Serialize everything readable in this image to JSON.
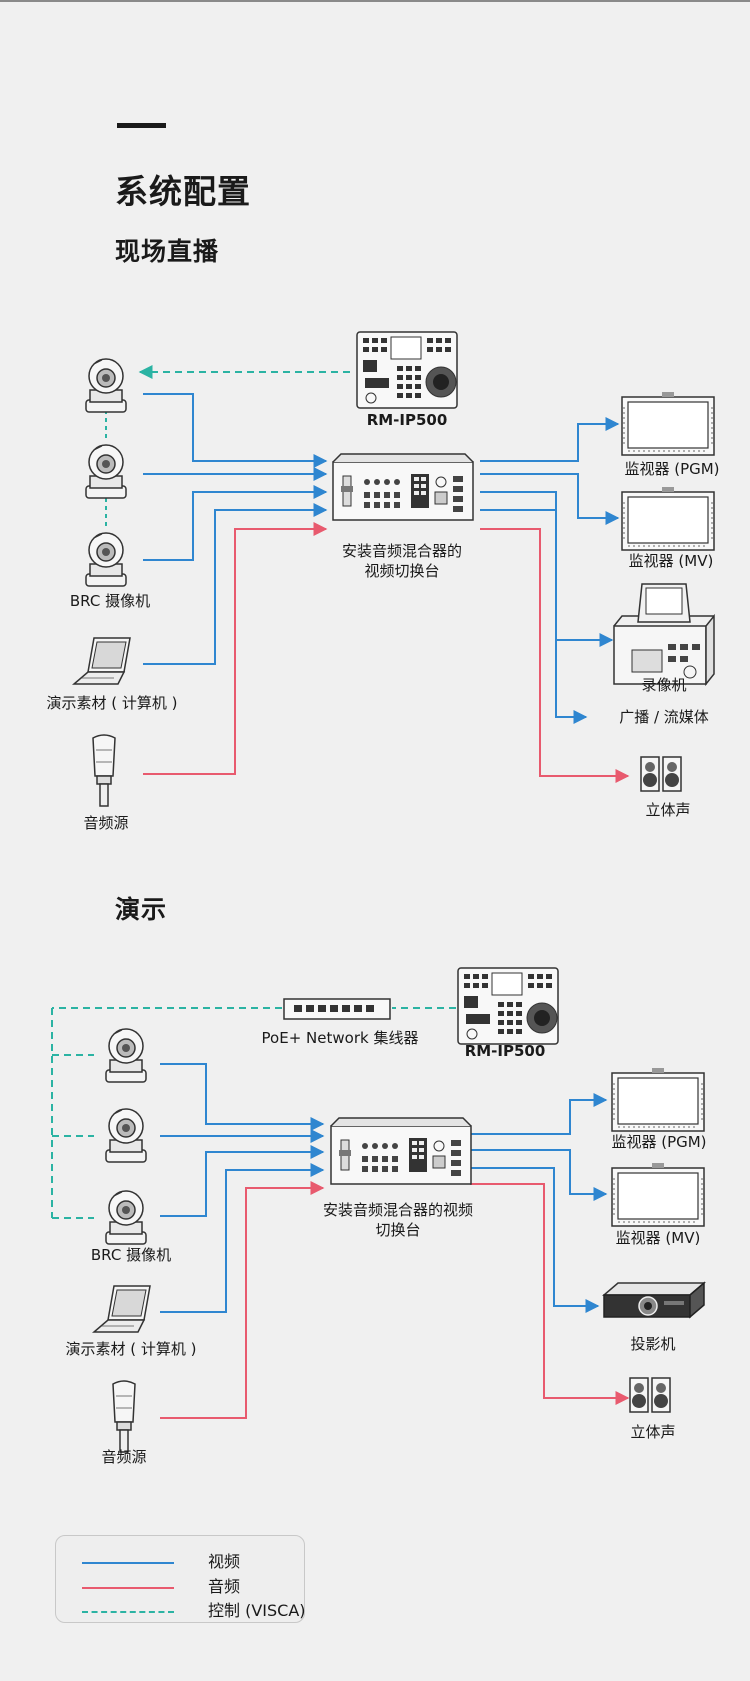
{
  "page": {
    "title": "系统配置",
    "section1_title": "现场直播",
    "section2_title": "演示"
  },
  "colors": {
    "video": "#2f86d0",
    "audio": "#e85a6e",
    "control": "#2bb3a3"
  },
  "section1": {
    "controller_label": "RM-IP500",
    "cameras_label": "BRC 摄像机",
    "computer_label": "演示素材 ( 计算机 )",
    "audio_label": "音频源",
    "switcher_label_line1": "安装音频混合器的",
    "switcher_label_line2": "视频切换台",
    "monitor_pgm_label": "监视器 (PGM)",
    "monitor_mv_label": "监视器 (MV)",
    "recorder_label": "录像机",
    "broadcast_label": "广播 / 流媒体",
    "stereo_label": "立体声"
  },
  "section2": {
    "hub_label": "PoE+ Network 集线器",
    "controller_label": "RM-IP500",
    "cameras_label": "BRC 摄像机",
    "computer_label": "演示素材 ( 计算机 )",
    "audio_label": "音频源",
    "switcher_label_line1": "安装音频混合器的视频",
    "switcher_label_line2": "切换台",
    "monitor_pgm_label": "监视器 (PGM)",
    "monitor_mv_label": "监视器 (MV)",
    "projector_label": "投影机",
    "stereo_label": "立体声"
  },
  "legend": {
    "video": "视频",
    "audio": "音频",
    "control": "控制 (VISCA)"
  },
  "icons": [
    "ptz-camera-icon",
    "laptop-icon",
    "microphone-icon",
    "switcher-icon",
    "controller-icon",
    "monitor-icon",
    "recorder-icon",
    "projector-icon",
    "speaker-icon",
    "network-hub-icon"
  ]
}
